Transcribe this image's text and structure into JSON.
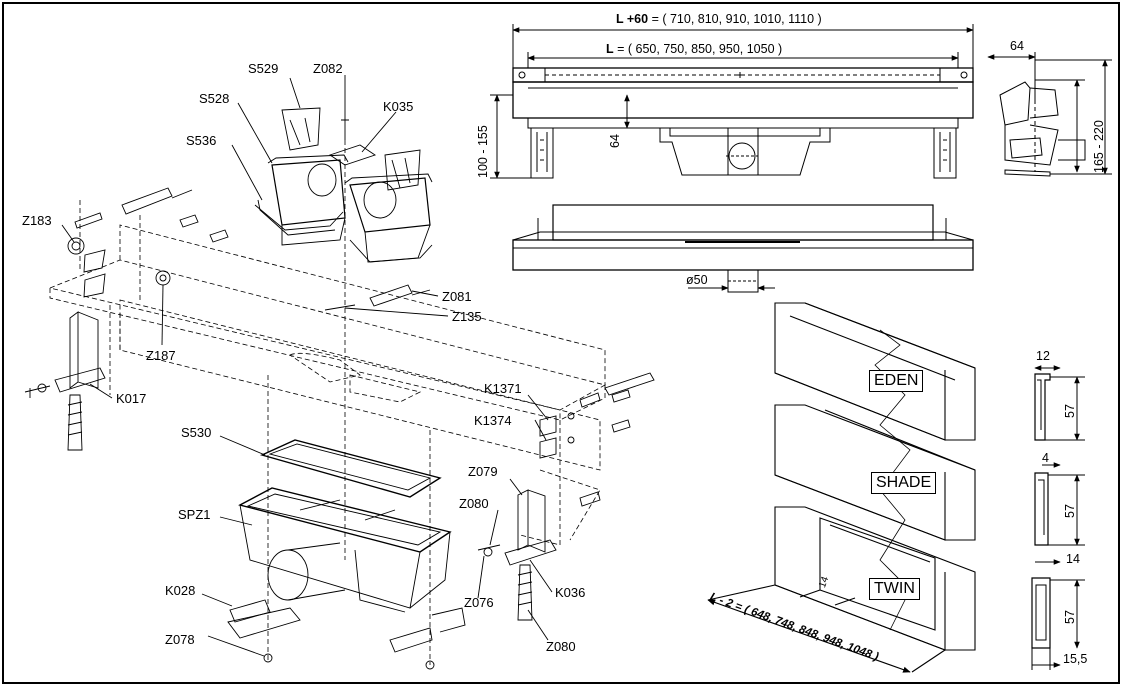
{
  "parts": {
    "s529": "S529",
    "z082": "Z082",
    "s528": "S528",
    "k035": "K035",
    "s536": "S536",
    "z183": "Z183",
    "z081": "Z081",
    "z135": "Z135",
    "z187": "Z187",
    "k017": "K017",
    "k1371": "K1371",
    "k1374": "K1374",
    "s530": "S530",
    "z079": "Z079",
    "z080a": "Z080",
    "spz1": "SPZ1",
    "k036": "K036",
    "z076": "Z076",
    "k028": "K028",
    "z078": "Z078",
    "z080b": "Z080"
  },
  "dimensions": {
    "l60_label": "L +60",
    "l60_values": " = ( 710, 810, 910, 1010, 1110 )",
    "l_label": "L",
    "l_values": " = ( 650, 750, 850, 950, 1050 )",
    "height_range": "100 - 155",
    "d64_front": "64",
    "d64_side": "64",
    "side_height": "165 - 220",
    "diameter": "ø50",
    "eden_w": "12",
    "eden_h": "57",
    "shade_w": "4",
    "shade_h": "57",
    "shade_d": "14",
    "twin_h": "57",
    "twin_w": "15,5",
    "twin_gap": "14",
    "l_minus_2": "L - 2 = ( 648, 748, 848, 948, 1048 )"
  },
  "grates": {
    "eden": "EDEN",
    "shade": "SHADE",
    "twin": "TWIN"
  }
}
